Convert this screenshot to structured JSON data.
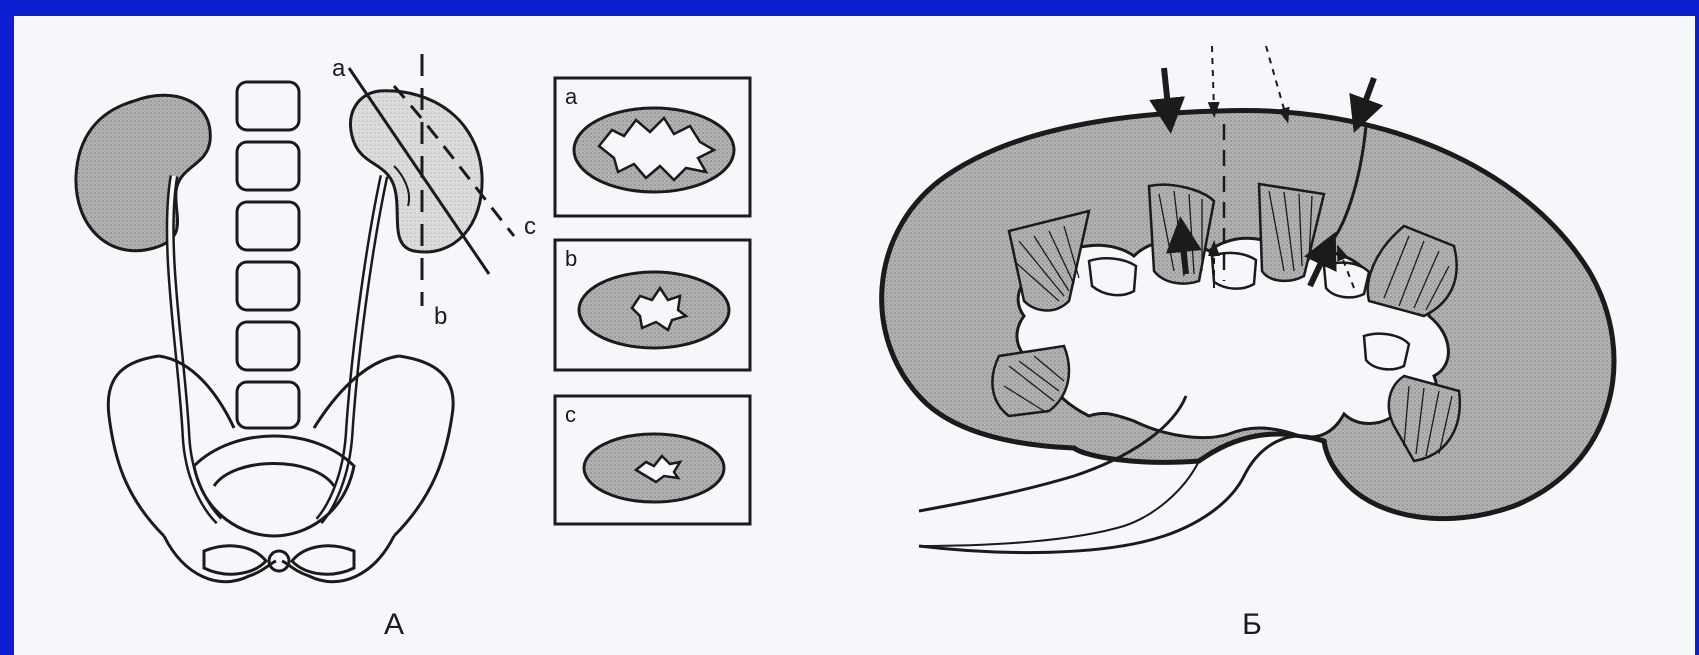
{
  "figure": {
    "panel_a": {
      "caption": "А",
      "cut_labels": {
        "a": "a",
        "b": "b",
        "c": "c"
      }
    },
    "cross_sections": [
      {
        "label": "a"
      },
      {
        "label": "b"
      },
      {
        "label": "c"
      }
    ],
    "panel_b": {
      "caption": "Б"
    }
  },
  "colors": {
    "frame": "#0d1fd0",
    "paper": "#f6f7fa",
    "ink": "#1b1b1b",
    "tissue_fill": "#a9a9a9",
    "light_fill": "#d8d8d8"
  }
}
